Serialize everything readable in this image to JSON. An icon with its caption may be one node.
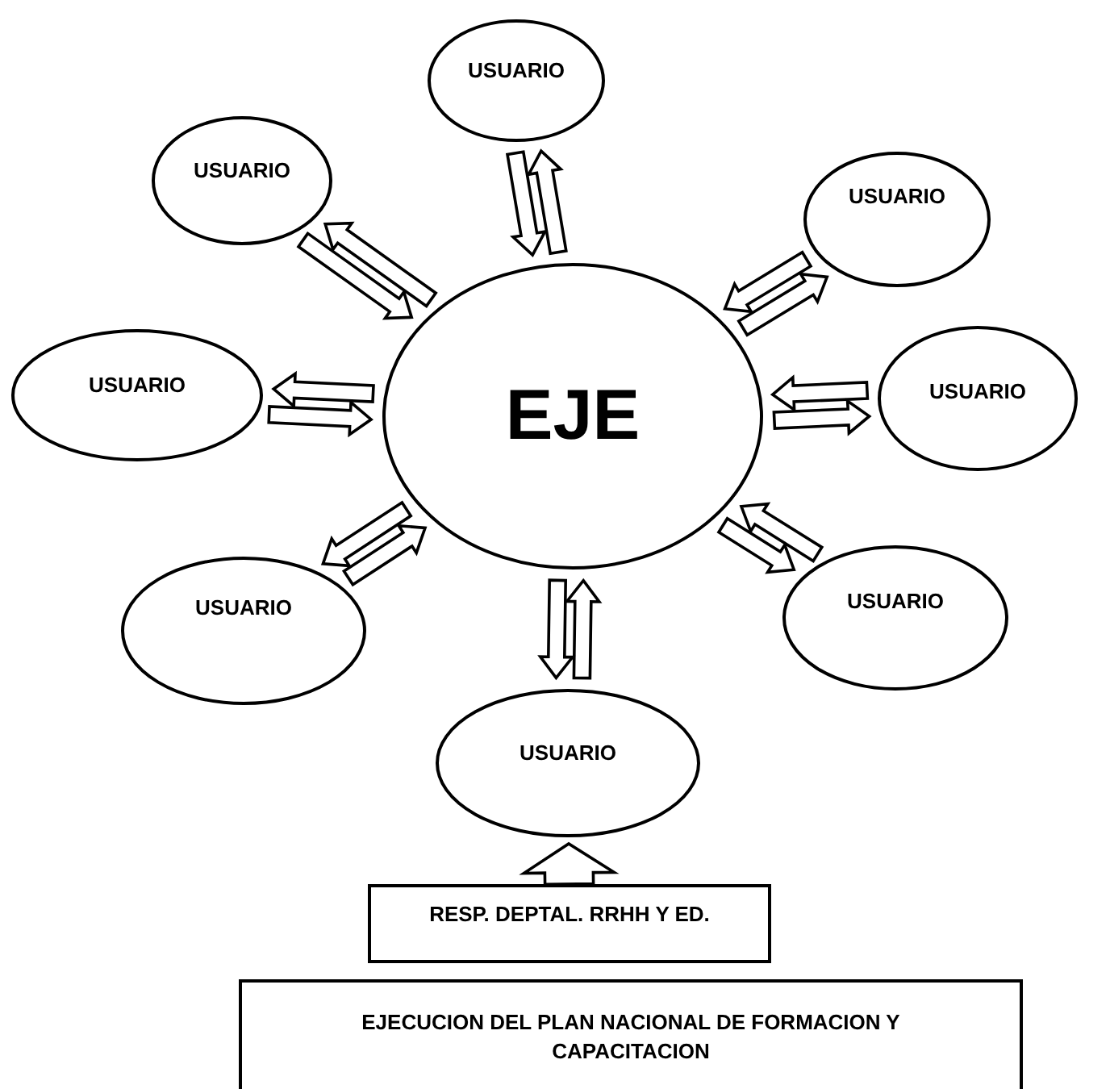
{
  "diagram": {
    "nodes": [
      {
        "text": [
          "EJE"
        ]
      },
      {
        "text": [
          "USUARIO"
        ]
      },
      {
        "text": [
          "USUARIO"
        ]
      },
      {
        "text": [
          "USUARIO"
        ]
      },
      {
        "text": [
          "USUARIO"
        ]
      },
      {
        "text": [
          "USUARIO"
        ]
      },
      {
        "text": [
          "USUARIO"
        ]
      },
      {
        "text": [
          "USUARIO"
        ]
      },
      {
        "text": [
          "USUARIO"
        ]
      },
      {
        "text": [
          "RESP. DEPTAL. RRHH Y ED."
        ]
      },
      {
        "text": [
          "EJECUCION DEL PLAN NACIONAL DE FORMACION Y CAPACITACION"
        ]
      }
    ],
    "edges": [
      {
        "from": 1,
        "to": 0,
        "arrow": "to"
      },
      {
        "from": 0,
        "to": 1,
        "arrow": "to"
      },
      {
        "from": 2,
        "to": 0,
        "arrow": "to"
      },
      {
        "from": 0,
        "to": 2,
        "arrow": "to"
      },
      {
        "from": 3,
        "to": 0,
        "arrow": "to"
      },
      {
        "from": 0,
        "to": 3,
        "arrow": "to"
      },
      {
        "from": 4,
        "to": 0,
        "arrow": "to"
      },
      {
        "from": 0,
        "to": 4,
        "arrow": "to"
      },
      {
        "from": 5,
        "to": 0,
        "arrow": "to"
      },
      {
        "from": 0,
        "to": 5,
        "arrow": "to"
      },
      {
        "from": 6,
        "to": 0,
        "arrow": "to"
      },
      {
        "from": 0,
        "to": 6,
        "arrow": "to"
      },
      {
        "from": 7,
        "to": 0,
        "arrow": "to"
      },
      {
        "from": 0,
        "to": 7,
        "arrow": "to"
      },
      {
        "from": 8,
        "to": 0,
        "arrow": "to"
      },
      {
        "from": 0,
        "to": 8,
        "arrow": "to"
      },
      {
        "from": 9,
        "to": 8,
        "arrow": "to",
        "style": "thick"
      }
    ]
  }
}
